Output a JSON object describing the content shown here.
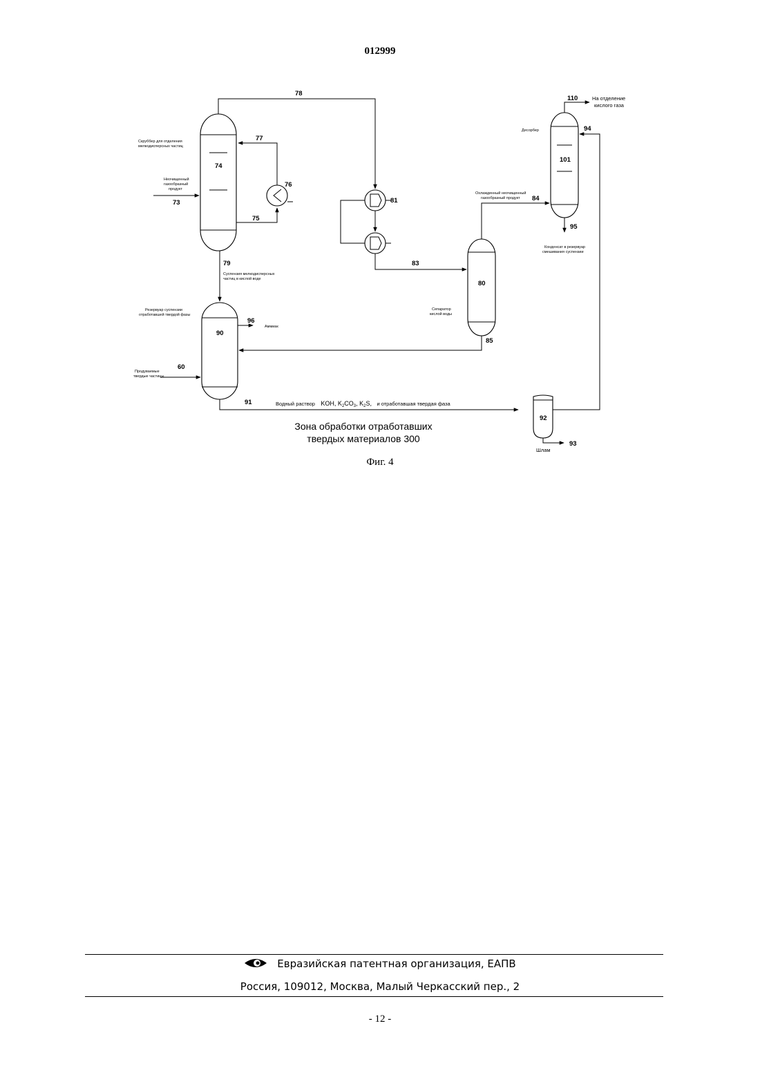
{
  "header": {
    "doc_number": "012999"
  },
  "diagram": {
    "labels": {
      "n78": "78",
      "n77": "77",
      "n74": "74",
      "n76": "76",
      "n73": "73",
      "n75": "75",
      "n79": "79",
      "n81": "81",
      "n83": "83",
      "n80": "80",
      "n84": "84",
      "n85": "85",
      "n110": "110",
      "n94": "94",
      "n101": "101",
      "n95": "95",
      "n90": "90",
      "n96": "96",
      "n60": "60",
      "n91": "91",
      "n92": "92",
      "n93": "93",
      "scrubber_1": "Скруббер для отделения",
      "scrubber_2": "мелкодисперсных частиц",
      "raw_gas_1": "Неочищенный",
      "raw_gas_2": "газообразный",
      "raw_gas_3": "продукт",
      "slurry_1": "Суспензия мелкодисперсных",
      "slurry_2": "частиц в кислой воде",
      "spent_tank_1": "Резервуар суспензии",
      "spent_tank_2": "отработавшей твердой фазы",
      "purge_1": "Продуваемые",
      "purge_2": "твердые частицы",
      "ammonia": "Аммиак",
      "separator_1": "Сепаратор",
      "separator_2": "кислой воды",
      "cooled_1": "Охлажденный неочищенный",
      "cooled_2": "газообразный продукт",
      "desorber": "Десорбер",
      "acid_gas_1": "На отделение",
      "acid_gas_2": "кислого газа",
      "condensate_1": "Конденсат в резервуар",
      "condensate_2": "смешивания суспензии",
      "sludge": "Шлам",
      "aq_prefix": "Водный раствор",
      "aq_koh": "KOH, K",
      "aq_co": "CO",
      "aq_k": ", K",
      "aq_s": "S,",
      "aq_sub2": "2",
      "aq_sub3": "3",
      "aq_suffix": "и отработавшая твердая фаза",
      "zone_1": "Зона обработки отработавших",
      "zone_2": "твердых материалов 300"
    },
    "caption": "Фиг. 4"
  },
  "footer": {
    "org": "Евразийская патентная организация, ЕАПВ",
    "address": "Россия, 109012, Москва, Малый Черкасский пер., 2",
    "page": "- 12 -"
  }
}
